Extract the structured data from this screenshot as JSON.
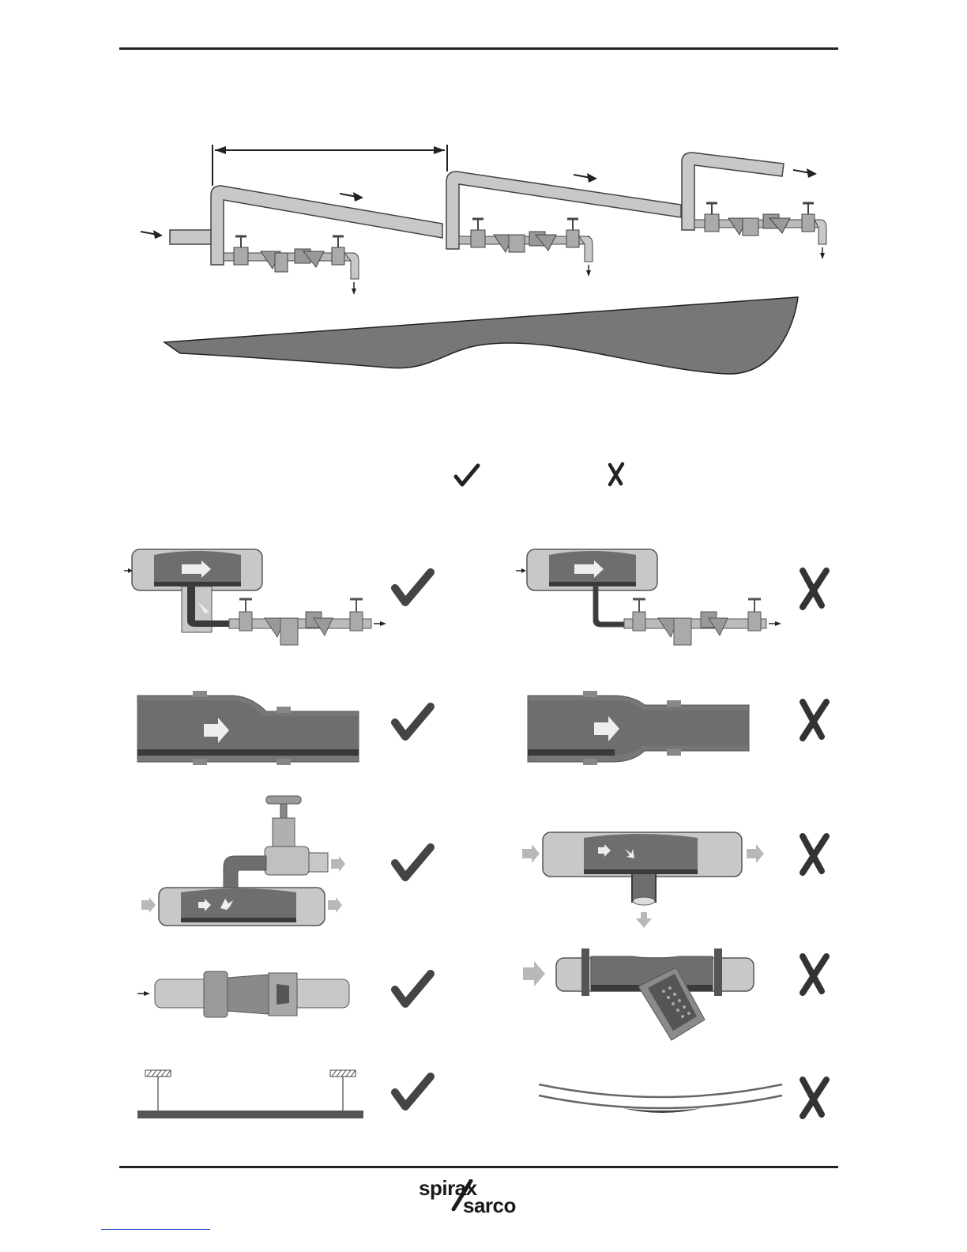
{
  "brand": {
    "logo_line1": "spirax",
    "logo_line2": "sarco"
  },
  "icons": {
    "correct": "check-mark-icon",
    "incorrect": "cross-mark-icon",
    "flow": "flow-arrow-icon"
  },
  "colors": {
    "pipe_fill": "#c8c8c8",
    "pipe_stroke": "#555555",
    "steam": "#6e6e6e",
    "condensate": "#3a3a3a",
    "mark": "#333333",
    "arrow_light": "#b8b8b8"
  },
  "comparison": {
    "rows": 5
  }
}
